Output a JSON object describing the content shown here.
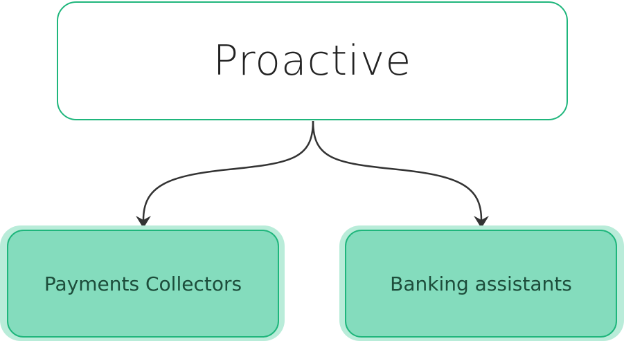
{
  "root": {
    "label": "Proactive"
  },
  "children": [
    {
      "label": "Payments Collectors"
    },
    {
      "label": "Banking assistants"
    }
  ],
  "colors": {
    "border": "#1fb67c",
    "fill": "#84dcbd",
    "halo": "#b9ecd9",
    "arrow": "#333333"
  }
}
